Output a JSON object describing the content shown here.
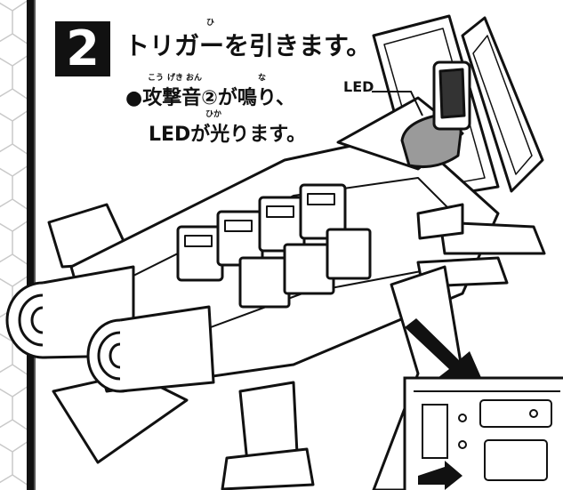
{
  "step": {
    "number": "2"
  },
  "instruction": {
    "title": "トリガーを引きます。",
    "title_ruby": "ひ",
    "line1": "●攻撃音②が鳴り、",
    "line1_ruby": [
      "こう",
      "げき",
      "おん",
      "な"
    ],
    "line2": "LEDが光ります。",
    "line2_ruby": "ひか"
  },
  "callout": {
    "label": "LED"
  },
  "colors": {
    "ink": "#111111",
    "paper": "#ffffff",
    "led_fill": "#9a9a9a"
  }
}
